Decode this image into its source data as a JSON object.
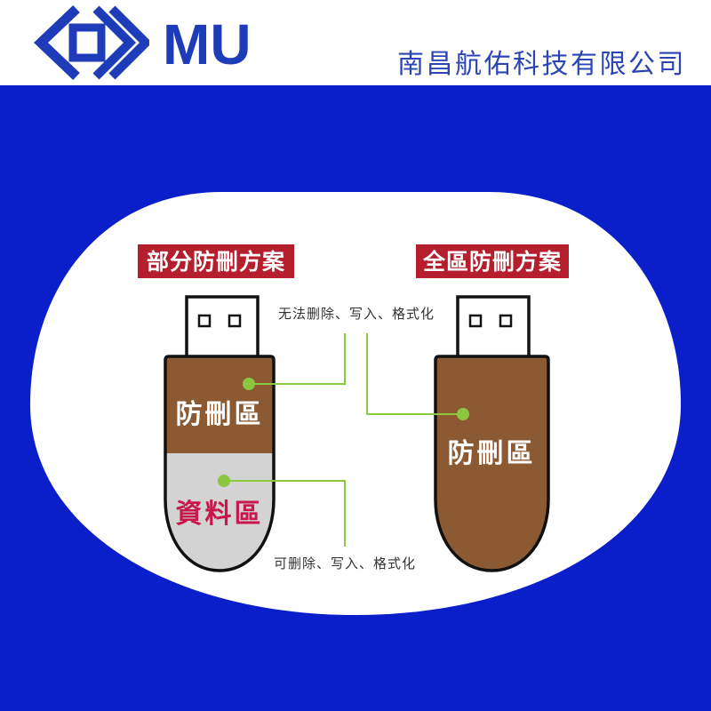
{
  "header": {
    "logo_icon": "mu-logo",
    "logo_text": "MU",
    "company_name": "南昌航佑科技有限公司"
  },
  "diagram": {
    "partial_scheme": {
      "title": "部分防刪方案",
      "protected_zone_label": "防刪區",
      "data_zone_label": "資料區"
    },
    "full_scheme": {
      "title": "全區防刪方案",
      "protected_zone_label": "防刪區"
    },
    "protected_note": "无法删除、写入、格式化",
    "data_note": "可删除、写入、格式化"
  },
  "colors": {
    "brand_blue": "#1f3cb8",
    "background_blue": "#0a1fca",
    "label_red": "#b51e2d",
    "protected_zone_brown": "#8b5a33",
    "data_zone_gray": "#d3d3d3",
    "data_zone_text": "#c9174e",
    "connector_green": "#8dc63f"
  }
}
